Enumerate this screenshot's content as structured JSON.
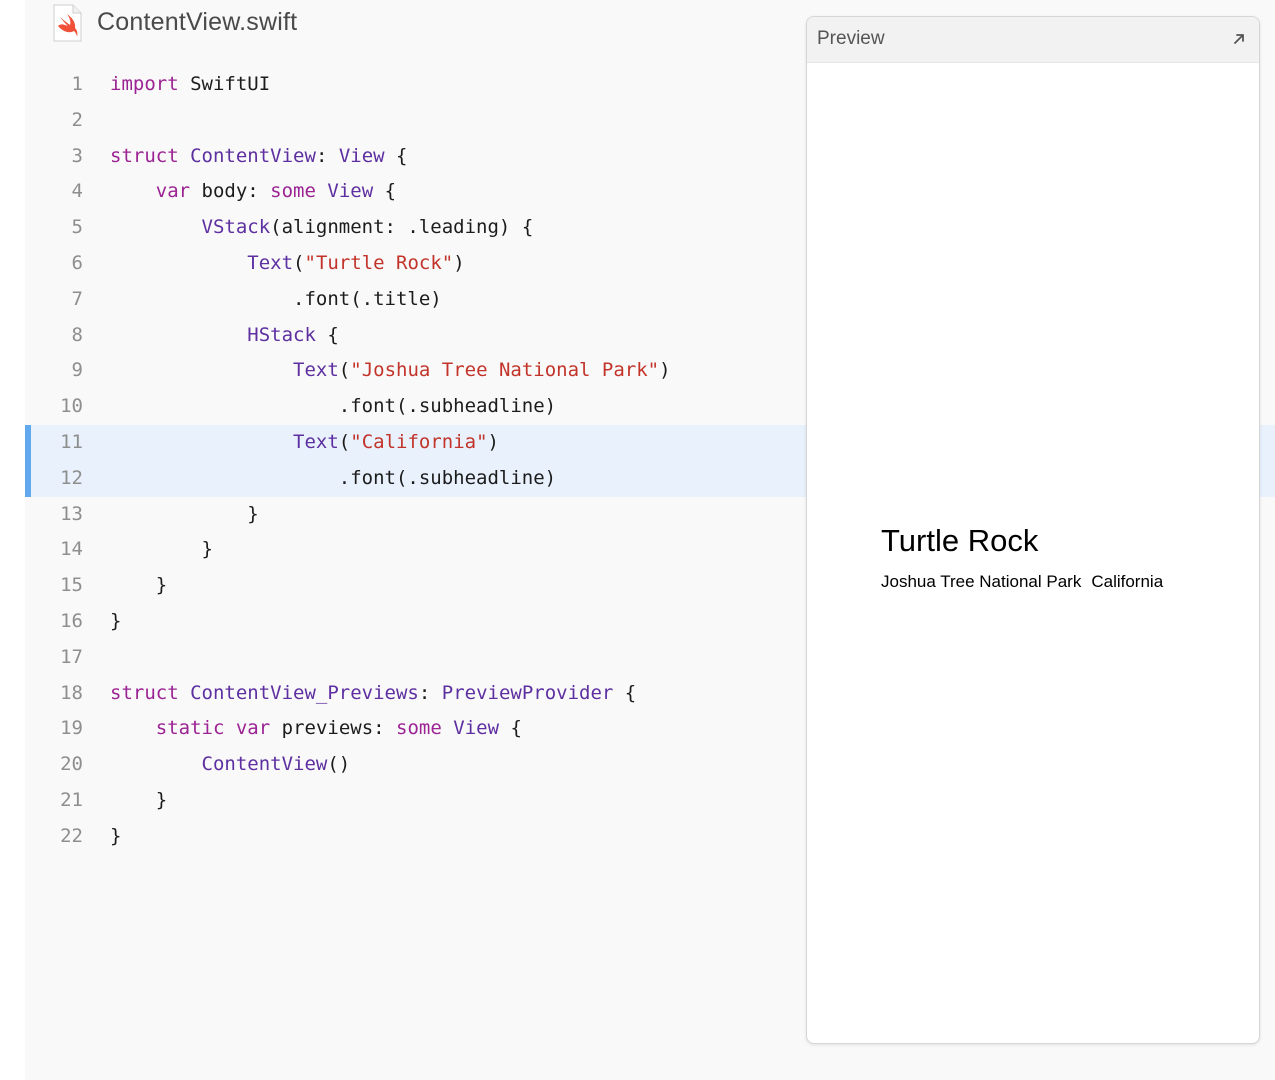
{
  "file": {
    "name": "ContentView.swift",
    "icon": "swift-file-icon"
  },
  "code_lines": [
    {
      "num": "1",
      "tokens": [
        {
          "t": "import",
          "c": "kw"
        },
        {
          "t": " SwiftUI",
          "c": ""
        }
      ]
    },
    {
      "num": "2",
      "tokens": []
    },
    {
      "num": "3",
      "tokens": [
        {
          "t": "struct",
          "c": "kw"
        },
        {
          "t": " ",
          "c": ""
        },
        {
          "t": "ContentView",
          "c": "ty"
        },
        {
          "t": ": ",
          "c": ""
        },
        {
          "t": "View",
          "c": "ty"
        },
        {
          "t": " {",
          "c": ""
        }
      ]
    },
    {
      "num": "4",
      "tokens": [
        {
          "t": "    ",
          "c": ""
        },
        {
          "t": "var",
          "c": "kw"
        },
        {
          "t": " body: ",
          "c": ""
        },
        {
          "t": "some",
          "c": "kw"
        },
        {
          "t": " ",
          "c": ""
        },
        {
          "t": "View",
          "c": "ty"
        },
        {
          "t": " {",
          "c": ""
        }
      ]
    },
    {
      "num": "5",
      "tokens": [
        {
          "t": "        ",
          "c": ""
        },
        {
          "t": "VStack",
          "c": "ty"
        },
        {
          "t": "(alignment: .leading) {",
          "c": ""
        }
      ]
    },
    {
      "num": "6",
      "tokens": [
        {
          "t": "            ",
          "c": ""
        },
        {
          "t": "Text",
          "c": "ty"
        },
        {
          "t": "(",
          "c": ""
        },
        {
          "t": "\"Turtle Rock\"",
          "c": "st"
        },
        {
          "t": ")",
          "c": ""
        }
      ]
    },
    {
      "num": "7",
      "tokens": [
        {
          "t": "                .font(.title)",
          "c": ""
        }
      ]
    },
    {
      "num": "8",
      "tokens": [
        {
          "t": "            ",
          "c": ""
        },
        {
          "t": "HStack",
          "c": "ty"
        },
        {
          "t": " {",
          "c": ""
        }
      ]
    },
    {
      "num": "9",
      "tokens": [
        {
          "t": "                ",
          "c": ""
        },
        {
          "t": "Text",
          "c": "ty"
        },
        {
          "t": "(",
          "c": ""
        },
        {
          "t": "\"Joshua Tree National Park\"",
          "c": "st"
        },
        {
          "t": ")",
          "c": ""
        }
      ]
    },
    {
      "num": "10",
      "tokens": [
        {
          "t": "                    .font(.subheadline)",
          "c": ""
        }
      ]
    },
    {
      "num": "11",
      "hl": true,
      "tokens": [
        {
          "t": "                ",
          "c": ""
        },
        {
          "t": "Text",
          "c": "ty"
        },
        {
          "t": "(",
          "c": ""
        },
        {
          "t": "\"California\"",
          "c": "st"
        },
        {
          "t": ")",
          "c": ""
        }
      ]
    },
    {
      "num": "12",
      "hl": true,
      "tokens": [
        {
          "t": "                    .font(.subheadline)",
          "c": ""
        }
      ]
    },
    {
      "num": "13",
      "tokens": [
        {
          "t": "            }",
          "c": ""
        }
      ]
    },
    {
      "num": "14",
      "tokens": [
        {
          "t": "        }",
          "c": ""
        }
      ]
    },
    {
      "num": "15",
      "tokens": [
        {
          "t": "    }",
          "c": ""
        }
      ]
    },
    {
      "num": "16",
      "tokens": [
        {
          "t": "}",
          "c": ""
        }
      ]
    },
    {
      "num": "17",
      "tokens": []
    },
    {
      "num": "18",
      "tokens": [
        {
          "t": "struct",
          "c": "kw"
        },
        {
          "t": " ",
          "c": ""
        },
        {
          "t": "ContentView_Previews",
          "c": "ty"
        },
        {
          "t": ": ",
          "c": ""
        },
        {
          "t": "PreviewProvider",
          "c": "ty"
        },
        {
          "t": " {",
          "c": ""
        }
      ]
    },
    {
      "num": "19",
      "tokens": [
        {
          "t": "    ",
          "c": ""
        },
        {
          "t": "static",
          "c": "kw"
        },
        {
          "t": " ",
          "c": ""
        },
        {
          "t": "var",
          "c": "kw"
        },
        {
          "t": " previews: ",
          "c": ""
        },
        {
          "t": "some",
          "c": "kw"
        },
        {
          "t": " ",
          "c": ""
        },
        {
          "t": "View",
          "c": "ty"
        },
        {
          "t": " {",
          "c": ""
        }
      ]
    },
    {
      "num": "20",
      "tokens": [
        {
          "t": "        ",
          "c": ""
        },
        {
          "t": "ContentView",
          "c": "ty"
        },
        {
          "t": "()",
          "c": ""
        }
      ]
    },
    {
      "num": "21",
      "tokens": [
        {
          "t": "    }",
          "c": ""
        }
      ]
    },
    {
      "num": "22",
      "tokens": [
        {
          "t": "}",
          "c": ""
        }
      ]
    }
  ],
  "preview": {
    "label": "Preview",
    "expand_icon": "expand-arrow-icon",
    "title": "Turtle Rock",
    "park": "Joshua Tree National Park",
    "state": "California"
  },
  "colors": {
    "keyword": "#9b2393",
    "type": "#5d2fa0",
    "string": "#c2342a",
    "highlight": "#e8f1fc",
    "highlight_bar": "#61a8ee"
  }
}
